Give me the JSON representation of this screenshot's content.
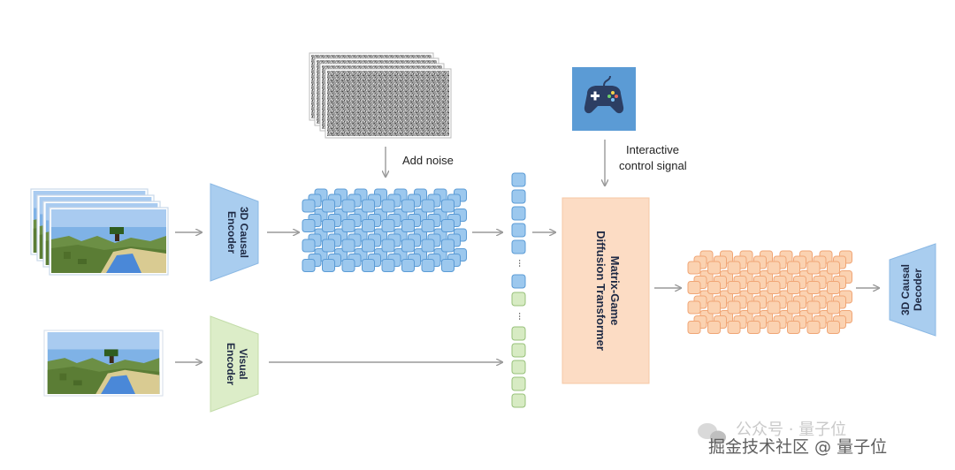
{
  "labels": {
    "add_noise": "Add noise",
    "control_line1": "Interactive",
    "control_line2": "control signal",
    "encoder_3d_line1": "3D Causal",
    "encoder_3d_line2": "Encoder",
    "visual_encoder_line1": "Visual",
    "visual_encoder_line2": "Encoder",
    "dit_line1": "Matrix-Game",
    "dit_line2": "Diffusion Transformer",
    "decoder_line1": "3D Causal",
    "decoder_line2": "Decoder",
    "dots": "..."
  },
  "watermark": {
    "line1": "公众号 · 量子位",
    "line2": "掘金技术社区 @ 量子位"
  },
  "icons": {
    "controller": "gamepad-icon",
    "wechat": "wechat-icon"
  },
  "colors": {
    "blue_token": "#9cc8ee",
    "blue_token_border": "#5b9bd5",
    "green_token": "#d7ebc3",
    "green_token_border": "#97c07a",
    "orange_token": "#fbd2b1",
    "orange_token_border": "#f0a676",
    "encoder_blue": "#a9cdef",
    "encoder_green": "#dcedc8",
    "dit_orange": "#fcdcc4",
    "gamepad_bg": "#5b9bd5",
    "arrow": "#9a9a9a"
  }
}
